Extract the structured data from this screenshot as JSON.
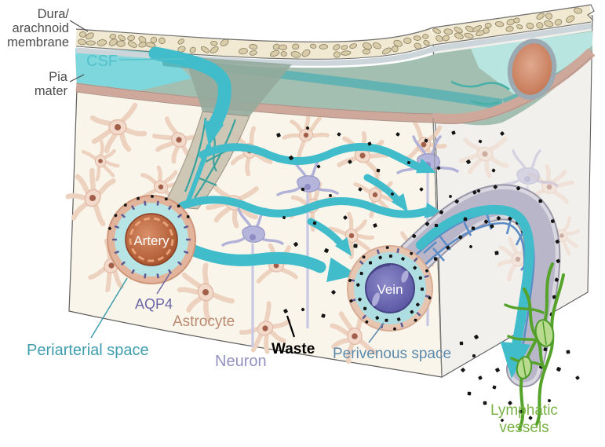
{
  "figure": {
    "labels": {
      "dura_line1": "Dura/",
      "dura_line2": "arachnoid",
      "dura_line3": "membrane",
      "csf": "CSF",
      "pia_line1": "Pia",
      "pia_line2": "mater",
      "artery": "Artery",
      "vein": "Vein",
      "aqp4": "AQP4",
      "astrocyte": "Astrocyte",
      "periarterial": "Periarterial space",
      "neuron": "Neuron",
      "waste": "Waste",
      "perivenous": "Perivenous space",
      "lymph_line1": "Lymphatic",
      "lymph_line2": "vessels"
    },
    "label_colors": {
      "membrane": "#4d4d4d",
      "csf": "#53c2ca",
      "pia": "#4d4d4d",
      "vessel_text": "#ffffff",
      "aqp4": "#6b67a5",
      "astrocyte": "#bb8a70",
      "periarterial": "#3f9dad",
      "neuron": "#9191c0",
      "waste": "#000000",
      "perivenous": "#5d89ab",
      "lymphatic": "#79b345"
    },
    "structure_colors": {
      "flow_arrow": "#41bccb",
      "csf_bright": "#7ed7dc",
      "csf_band": "#a3bfb2",
      "csf_stream": "#4fb0b1",
      "dura": "#f1e9d2",
      "dura_pebble": "#d9cda9",
      "dura_pebble_edge": "#8a7f62",
      "arachnoid": "#ccd6da",
      "pia": "#cfa89c",
      "parenchyma": "#f9f5eb",
      "side_face": "#f2f0ec",
      "artery": "#b05a35",
      "vein": "#5b58a0",
      "periarterial_space": "#b7e3e3",
      "astrocyte_cell": "#f2d9c9",
      "astrocyte_arm": "#eed2c0",
      "astrocyte_nucleus": "#a2604a",
      "neuron_cell": "#b5b4da",
      "neuron_arm": "#b2b1d8",
      "neuron_stem": "#c9c8e4",
      "waste_dot": "#141414",
      "lymphatic": "#55a32a",
      "lymph_bulb": "#b9db90",
      "aqp4_channel": "#5e5c96",
      "vein_tube_body": "#b9b6ca",
      "vein_tube_edge": "#d9d7df",
      "vein_net": "#5d8dc6",
      "artery_net": "#3aa39e"
    }
  }
}
